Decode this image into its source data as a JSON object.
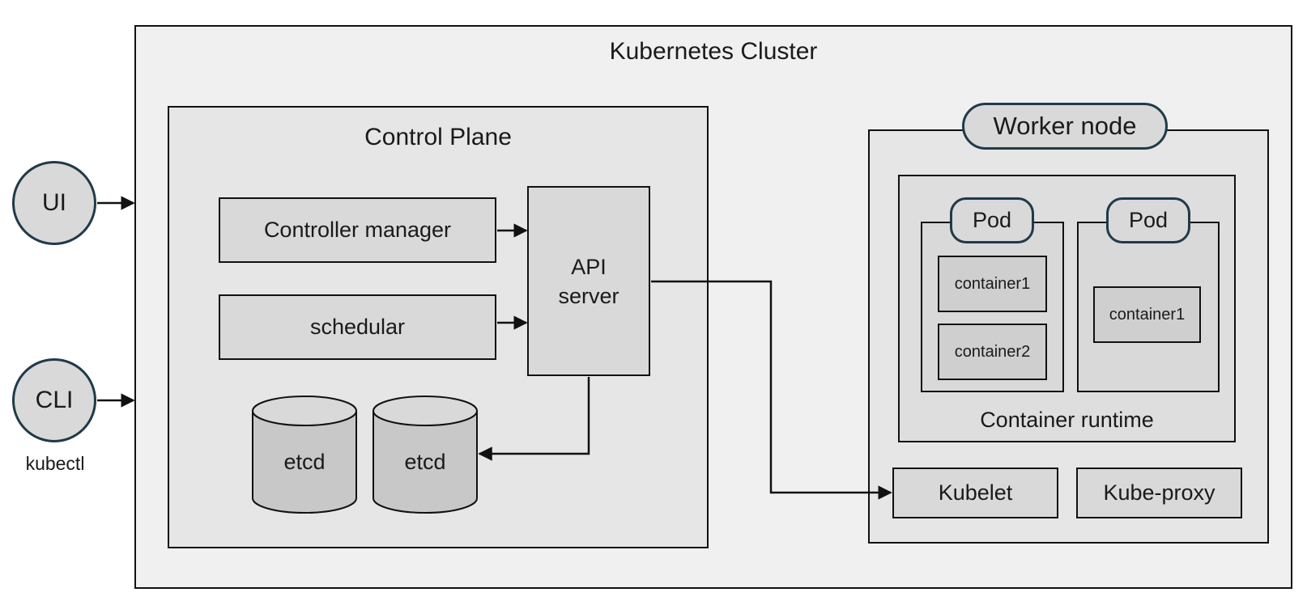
{
  "cluster": {
    "title": "Kubernetes Cluster"
  },
  "clients": {
    "ui": "UI",
    "cli": "CLI",
    "cli_caption": "kubectl"
  },
  "control_plane": {
    "title": "Control Plane",
    "controller_manager": "Controller manager",
    "scheduler": "schedular",
    "api_server_line1": "API",
    "api_server_line2": "server",
    "etcd": [
      "etcd",
      "etcd"
    ]
  },
  "worker_node": {
    "title": "Worker node",
    "runtime_label": "Container runtime",
    "pods": [
      {
        "label": "Pod",
        "containers": [
          "container1",
          "container2"
        ]
      },
      {
        "label": "Pod",
        "containers": [
          "container1"
        ]
      }
    ],
    "kubelet": "Kubelet",
    "kube_proxy": "Kube-proxy"
  },
  "colors": {
    "border": "#111111",
    "accent_border": "#1f3a4a",
    "cluster_bg": "#f0f0f0",
    "panel_bg": "#e6e6e6",
    "component_bg": "#d9d9d9",
    "cylinder_bg": "#c8c8c8"
  }
}
